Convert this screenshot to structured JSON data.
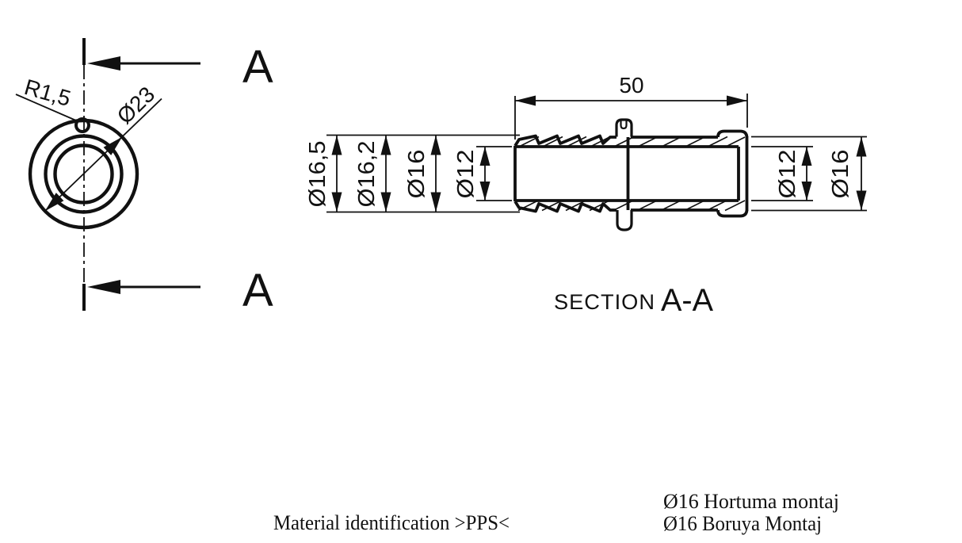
{
  "page": {
    "background_color": "#ffffff",
    "line_color": "#111111"
  },
  "end_view": {
    "cutting_letter_top": "A",
    "cutting_letter_bottom": "A",
    "radius_label": "R1,5",
    "diameter_label": "Ø23"
  },
  "section_view": {
    "title_prefix": "SECTION",
    "title": "A-A",
    "length_label": "50",
    "left_dims": [
      "Ø16,5",
      "Ø16,2",
      "Ø16",
      "Ø12"
    ],
    "right_dims": [
      "Ø12",
      "Ø16"
    ]
  },
  "footer": {
    "material_note": "Material identification >PPS<",
    "assembly_note_1": "Ø16 Hortuma montaj",
    "assembly_note_2": "Ø16 Boruya Montaj"
  }
}
